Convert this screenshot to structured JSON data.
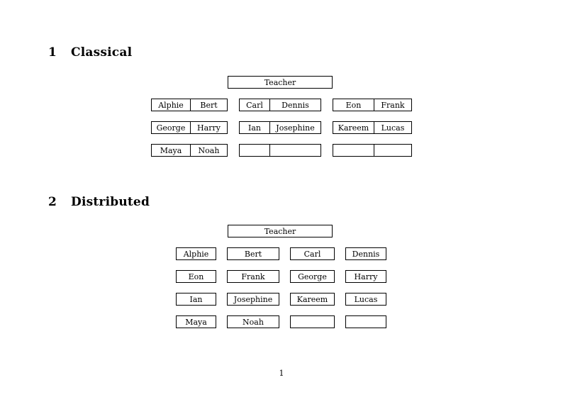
{
  "document": {
    "page_number": "1"
  },
  "sections": [
    {
      "number": "1",
      "title": "Classical",
      "teacher": {
        "label": "Teacher"
      },
      "groups_rows": [
        [
          {
            "cells": [
              {
                "label": "Alphie"
              },
              {
                "label": "Bert"
              }
            ]
          },
          {
            "cells": [
              {
                "label": "Carl"
              },
              {
                "label": "Dennis"
              }
            ]
          },
          {
            "cells": [
              {
                "label": "Eon"
              },
              {
                "label": "Frank"
              }
            ]
          }
        ],
        [
          {
            "cells": [
              {
                "label": "George"
              },
              {
                "label": "Harry"
              }
            ]
          },
          {
            "cells": [
              {
                "label": "Ian"
              },
              {
                "label": "Josephine"
              }
            ]
          },
          {
            "cells": [
              {
                "label": "Kareem"
              },
              {
                "label": "Lucas"
              }
            ]
          }
        ],
        [
          {
            "cells": [
              {
                "label": "Maya"
              },
              {
                "label": "Noah"
              }
            ]
          },
          {
            "cells": [
              {
                "label": ""
              },
              {
                "label": ""
              }
            ]
          },
          {
            "cells": [
              {
                "label": ""
              },
              {
                "label": ""
              }
            ]
          }
        ]
      ]
    },
    {
      "number": "2",
      "title": "Distributed",
      "teacher": {
        "label": "Teacher"
      },
      "rows": [
        [
          {
            "label": "Alphie"
          },
          {
            "label": "Bert"
          },
          {
            "label": "Carl"
          },
          {
            "label": "Dennis"
          }
        ],
        [
          {
            "label": "Eon"
          },
          {
            "label": "Frank"
          },
          {
            "label": "George"
          },
          {
            "label": "Harry"
          }
        ],
        [
          {
            "label": "Ian"
          },
          {
            "label": "Josephine"
          },
          {
            "label": "Kareem"
          },
          {
            "label": "Lucas"
          }
        ],
        [
          {
            "label": "Maya"
          },
          {
            "label": "Noah"
          },
          {
            "label": ""
          },
          {
            "label": ""
          }
        ]
      ]
    }
  ]
}
